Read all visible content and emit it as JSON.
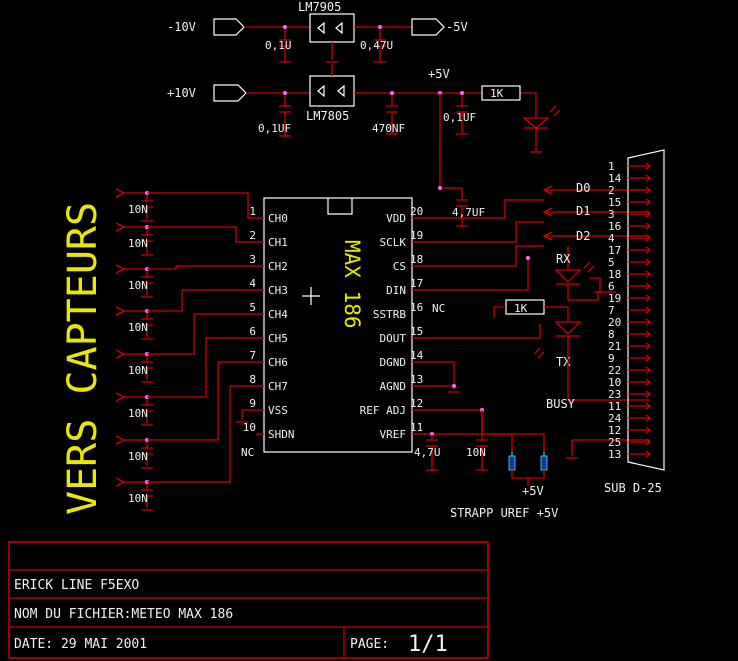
{
  "regulators": {
    "neg_in": "-10V",
    "neg_out": "-5V",
    "neg_reg": "LM7905",
    "neg_cap_in": "0,1U",
    "neg_cap_out": "0,47U",
    "pos_in": "+10V",
    "pos_rail": "+5V",
    "pos_reg": "LM7805",
    "pos_cap_in": "0,1UF",
    "pos_cap_out": "470NF",
    "pos_cap_led": "0,1UF",
    "led_resistor": "1K",
    "vdd_cap": "4,7UF"
  },
  "chip": {
    "name": "MAX 186",
    "left_pins": [
      {
        "num": "1",
        "name": "CH0"
      },
      {
        "num": "2",
        "name": "CH1"
      },
      {
        "num": "3",
        "name": "CH2"
      },
      {
        "num": "4",
        "name": "CH3"
      },
      {
        "num": "5",
        "name": "CH4"
      },
      {
        "num": "6",
        "name": "CH5"
      },
      {
        "num": "7",
        "name": "CH6"
      },
      {
        "num": "8",
        "name": "CH7"
      },
      {
        "num": "9",
        "name": "VSS"
      },
      {
        "num": "10",
        "name": "SHDN"
      }
    ],
    "right_pins": [
      {
        "num": "20",
        "name": "VDD"
      },
      {
        "num": "19",
        "name": "SCLK"
      },
      {
        "num": "18",
        "name": "CS"
      },
      {
        "num": "17",
        "name": "DIN"
      },
      {
        "num": "16",
        "name": "SSTRB"
      },
      {
        "num": "15",
        "name": "DOUT"
      },
      {
        "num": "14",
        "name": "DGND"
      },
      {
        "num": "13",
        "name": "AGND"
      },
      {
        "num": "12",
        "name": "REF ADJ"
      },
      {
        "num": "11",
        "name": "VREF"
      }
    ],
    "nc_left": "NC",
    "nc_right": "NC"
  },
  "input_caps": [
    "10N",
    "10N",
    "10N",
    "10N",
    "10N",
    "10N",
    "10N",
    "10N"
  ],
  "sensors_label": "VERS CAPTEURS",
  "signals": {
    "d0": "D0",
    "d1": "D1",
    "d2": "D2",
    "rx": "RX",
    "tx": "TX",
    "busy": "BUSY",
    "dout_res": "1K"
  },
  "vref": {
    "cap1": "4,7U",
    "cap2": "10N",
    "plus5": "+5V",
    "strap": "STRAPP UREF +5V"
  },
  "connector": {
    "name": "SUB D-25",
    "pins": [
      "1",
      "14",
      "2",
      "15",
      "3",
      "16",
      "4",
      "17",
      "5",
      "18",
      "6",
      "19",
      "7",
      "20",
      "8",
      "21",
      "9",
      "22",
      "10",
      "23",
      "11",
      "24",
      "12",
      "25",
      "13"
    ]
  },
  "title_block": {
    "author": "ERICK LINE F5EXO",
    "filename": "NOM DU FICHIER:METEO MAX 186",
    "date": "DATE: 29 MAI 2001",
    "page_label": "PAGE:",
    "page_value": "1/1"
  },
  "colors": {
    "wire": "#d10000",
    "text": "#f2f2f2",
    "title": "#e8e800",
    "junction": "#ff66ff",
    "strap": "#19c8d8"
  }
}
